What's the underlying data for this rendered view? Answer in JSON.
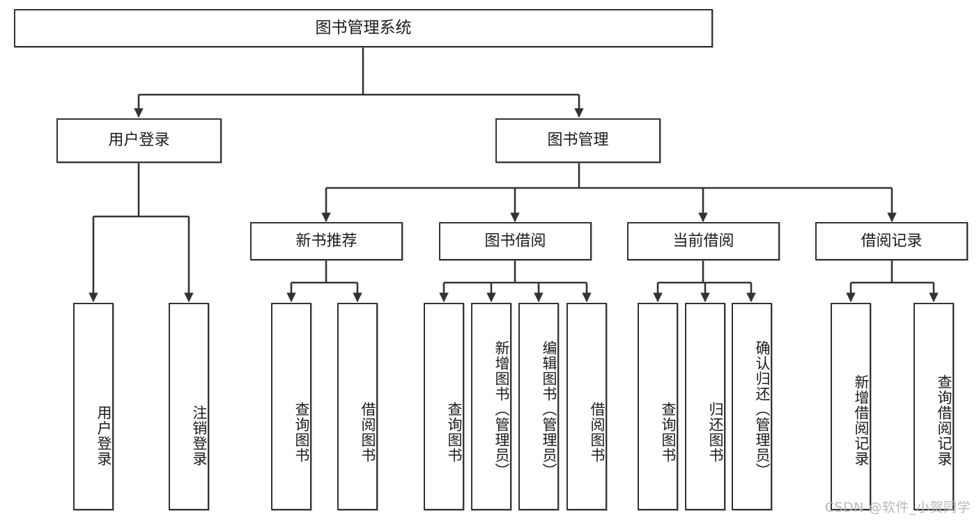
{
  "diagram": {
    "title": "图书管理系统",
    "type": "hierarchy-tree",
    "root": {
      "label": "图书管理系统"
    },
    "level1": [
      {
        "label": "用户登录"
      },
      {
        "label": "图书管理"
      }
    ],
    "level2": [
      {
        "label": "新书推荐"
      },
      {
        "label": "图书借阅"
      },
      {
        "label": "当前借阅"
      },
      {
        "label": "借阅记录"
      }
    ],
    "leaves": {
      "user_login": [
        {
          "label": "用户登录"
        },
        {
          "label": "注销登录"
        }
      ],
      "new_book_recommend": [
        {
          "label": "查询图书"
        },
        {
          "label": "借阅图书"
        }
      ],
      "book_borrow": [
        {
          "label": "查询图书"
        },
        {
          "label": "新增图书（管理员）"
        },
        {
          "label": "编辑图书（管理员）"
        },
        {
          "label": "借阅图书"
        }
      ],
      "current_borrow": [
        {
          "label": "查询图书"
        },
        {
          "label": "归还图书"
        },
        {
          "label": "确认归还（管理员）"
        }
      ],
      "borrow_record": [
        {
          "label": "新增借阅记录"
        },
        {
          "label": "查询借阅记录"
        }
      ]
    }
  },
  "watermark": {
    "text": "CSDN @软件_小贺同学"
  },
  "colors": {
    "stroke": "#333333",
    "box_fill": "#ffffff",
    "text": "#1a1a1a",
    "watermark": "#b9b9b9"
  }
}
